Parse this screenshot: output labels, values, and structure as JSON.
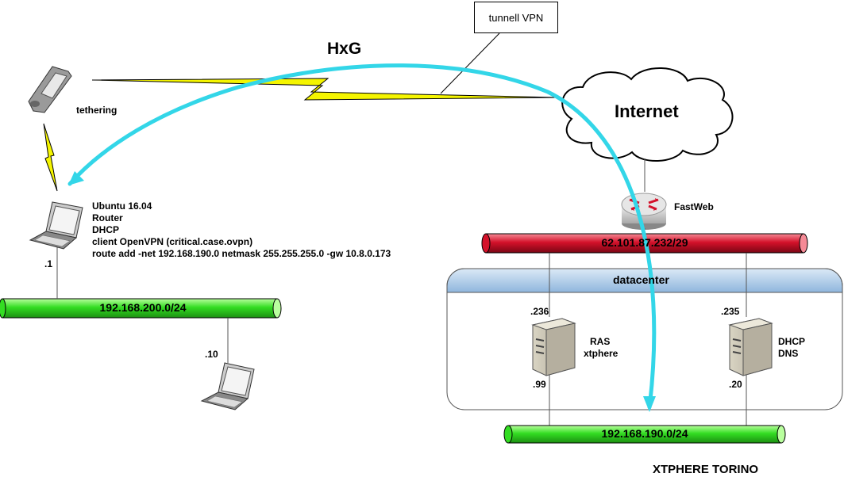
{
  "title": "HxG",
  "tunnel_label": "tunnell VPN",
  "internet_label": "Internet",
  "phone": {
    "label": "tethering"
  },
  "router_host": {
    "lines": [
      "Ubuntu 16.04",
      "Router",
      "DHCP",
      "client OpenVPN (critical.case.ovpn)",
      "route add -net 192.168.190.0 netmask 255.255.255.0 -gw 10.8.0.173"
    ],
    "ip_suffix": ".1"
  },
  "client_laptop": {
    "ip_suffix": ".10"
  },
  "left_network": "192.168.200.0/24",
  "fastweb": {
    "label": "FastWeb"
  },
  "public_network": "62.101.87.232/29",
  "datacenter": {
    "label": "datacenter"
  },
  "ras_server": {
    "name": "RAS",
    "subname": "xtphere",
    "public_ip": ".236",
    "private_ip": ".99"
  },
  "dhcp_server": {
    "name": "DHCP",
    "subname": "DNS",
    "public_ip": ".235",
    "private_ip": ".20"
  },
  "right_network": "192.168.190.0/24",
  "site_label": "XTPHERE TORINO",
  "colors": {
    "green_pipe": "#33dd22",
    "red_pipe": "#d4112a",
    "vpn_arrow": "#33d6e8",
    "lightning": "#f5f500",
    "datacenter_header": "#9cc3e6"
  }
}
